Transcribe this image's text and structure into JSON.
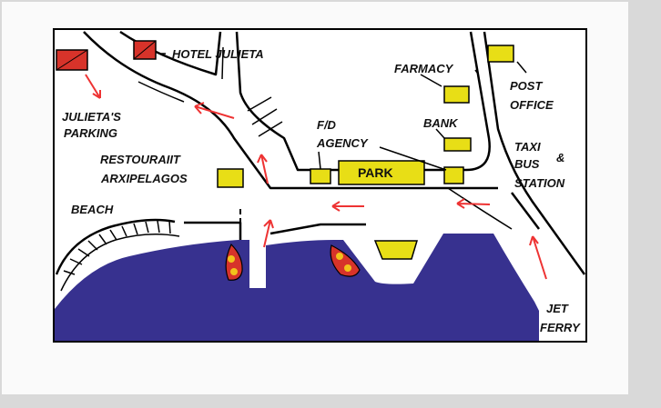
{
  "colors": {
    "sea": "#37318f",
    "building": "#e8de16",
    "hotel": "#d7332a",
    "arrow": "#e33333",
    "boat": "#d7332a",
    "boat_dots": "#f2c21b"
  },
  "labels": {
    "hotel": "HOTEL JULIETA",
    "parking_1": "JULIETA'S",
    "parking_2": "PARKING",
    "restaurant_1": "RESTOURAIIT",
    "restaurant_2": "ARXIPELAGOS",
    "beach": "BEACH",
    "farmacy": "FARMACY",
    "bank": "BANK",
    "agency_1": "F/D",
    "agency_2": "AGENCY",
    "park": "PARK",
    "post_1": "POST",
    "post_2": "OFFICE",
    "taxi_1": "TAXI",
    "taxi_amp": "&",
    "taxi_2": "BUS",
    "taxi_3": "STATION",
    "jet_1": "JET",
    "jet_2": "FERRY"
  }
}
